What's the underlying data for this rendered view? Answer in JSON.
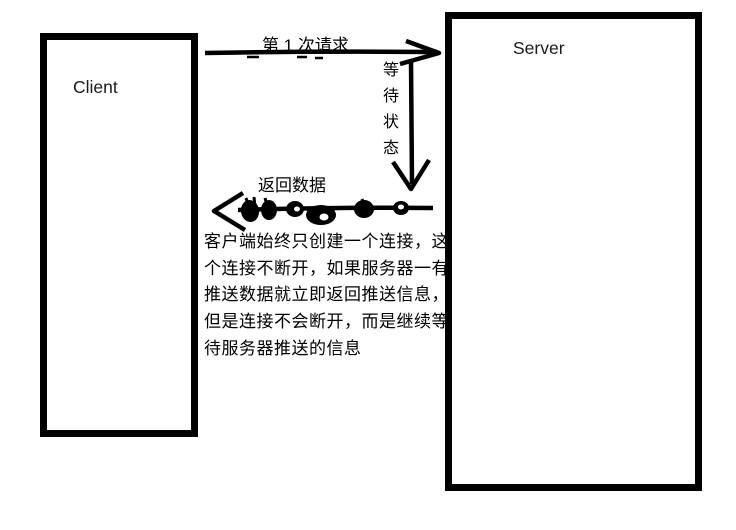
{
  "diagram": {
    "client_box": {
      "label": "Client"
    },
    "server_box": {
      "label": "Server"
    },
    "request_arrow": {
      "label": "第 1 次请求",
      "direction": "client-to-server"
    },
    "wait_arrow": {
      "label": "等待状态",
      "direction": "down"
    },
    "response_arrow": {
      "label": "返回数据",
      "direction": "server-to-client"
    },
    "note": {
      "lines": [
        "客户端始终只创建一个连接，这",
        "个连接不断开，如果服务器一有",
        "推送数据就立即返回推送信息，",
        "但是连接不会断开，而是继续等",
        "待服务器推送的信息"
      ]
    }
  },
  "colors": {
    "ink": "#000000",
    "background": "#ffffff"
  }
}
